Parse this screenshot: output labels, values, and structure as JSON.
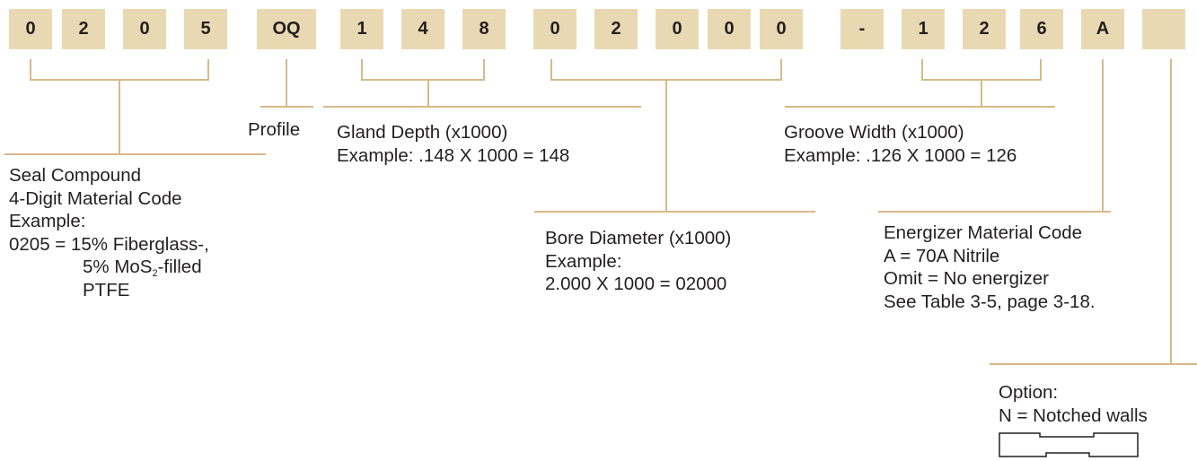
{
  "part_number": {
    "boxes": [
      "0",
      "2",
      "0",
      "5",
      "OQ",
      "1",
      "4",
      "8",
      "0",
      "2",
      "0",
      "0",
      "0",
      "-",
      "1",
      "2",
      "6",
      "A",
      ""
    ]
  },
  "labels": {
    "profile": "Profile",
    "seal_compound": {
      "line1": "Seal Compound",
      "line2": "4-Digit Material Code",
      "line3": "Example:",
      "line4": "0205 = 15% Fiberglass-,",
      "line5_pre": "5% MoS",
      "line5_sub": "2",
      "line5_post": "-filled",
      "line6": "PTFE"
    },
    "gland_depth": {
      "line1": "Gland Depth (x1000)",
      "line2": "Example:  .148 X 1000 = 148"
    },
    "bore_diameter": {
      "line1": "Bore Diameter (x1000)",
      "line2": "Example:",
      "line3": "2.000 X 1000 = 02000"
    },
    "groove_width": {
      "line1": "Groove Width (x1000)",
      "line2": "Example:  .126 X 1000 = 126"
    },
    "energizer": {
      "line1": "Energizer Material Code",
      "line2": "A = 70A Nitrile",
      "line3": "Omit = No energizer",
      "line4": "See Table 3-5, page 3-18."
    },
    "option": {
      "line1": "Option:",
      "line2": "N = Notched walls"
    }
  },
  "colors": {
    "box_fill": "#e9d9b3",
    "line": "#d6b98a",
    "text": "#231f20"
  },
  "icons": {
    "notch": "notched-wall-icon"
  }
}
